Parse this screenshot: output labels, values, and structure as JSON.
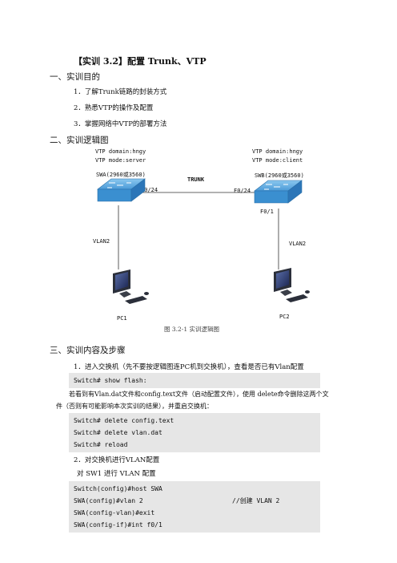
{
  "title": "【实训 3.2】配置 Trunk、VTP",
  "sections": {
    "s1": "一、实训目的",
    "s2": "二、实训逻辑图",
    "s3": "三、实训内容及步骤"
  },
  "objectives": [
    "1．了解Trunk链路的封装方式",
    "2．熟悉VTP的操作及配置",
    "3．掌握网络中VTP的部署方法"
  ],
  "diagram": {
    "left_vtp_domain": "VTP domain:hngy",
    "left_vtp_mode": "VTP mode:server",
    "left_switch": "SWA(2960或3560)",
    "left_port": "F0/24",
    "right_vtp_domain": "VTP domain:hngy",
    "right_vtp_mode": "VTP mode:client",
    "right_switch": "SWB(2960或3560)",
    "right_port": "F0/24",
    "right_port_down": "F0/1",
    "trunk": "TRUNK",
    "left_vlan": "VLAN2",
    "right_vlan": "VLAN2",
    "pc1": "PC1",
    "pc2": "PC2"
  },
  "caption": "图 3.2-1   实训逻辑图",
  "step1": "1．进入交换机（先不要按逻辑图连PC机到交换机），查看是否已有Vlan配置",
  "code1": [
    "Switch# show flash:"
  ],
  "para1": "若看到有Vlan.dat文件和config.text文件（启动配置文件），使用 delete命令删除这两个文件（否则有可能影响本次实训的结果），并重启交换机：",
  "code2": [
    "Switch# delete config.text",
    "Switch# delete vlan.dat",
    "Switch# reload"
  ],
  "step2": "2．对交换机进行VLAN配置",
  "step2_sub": "对 SW1 进行 VLAN 配置",
  "code3": [
    {
      "cmd": "Switch(config)#host SWA",
      "comment": ""
    },
    {
      "cmd": "SWA(config)#vlan 2",
      "comment": "//创建 VLAN 2"
    },
    {
      "cmd": "SWA(config-vlan)#exit",
      "comment": ""
    },
    {
      "cmd": "SWA(config-if)#int f0/1",
      "comment": ""
    }
  ],
  "colors": {
    "switch_blue": "#3a8fd0",
    "code_bg": "#e6e6e6"
  }
}
